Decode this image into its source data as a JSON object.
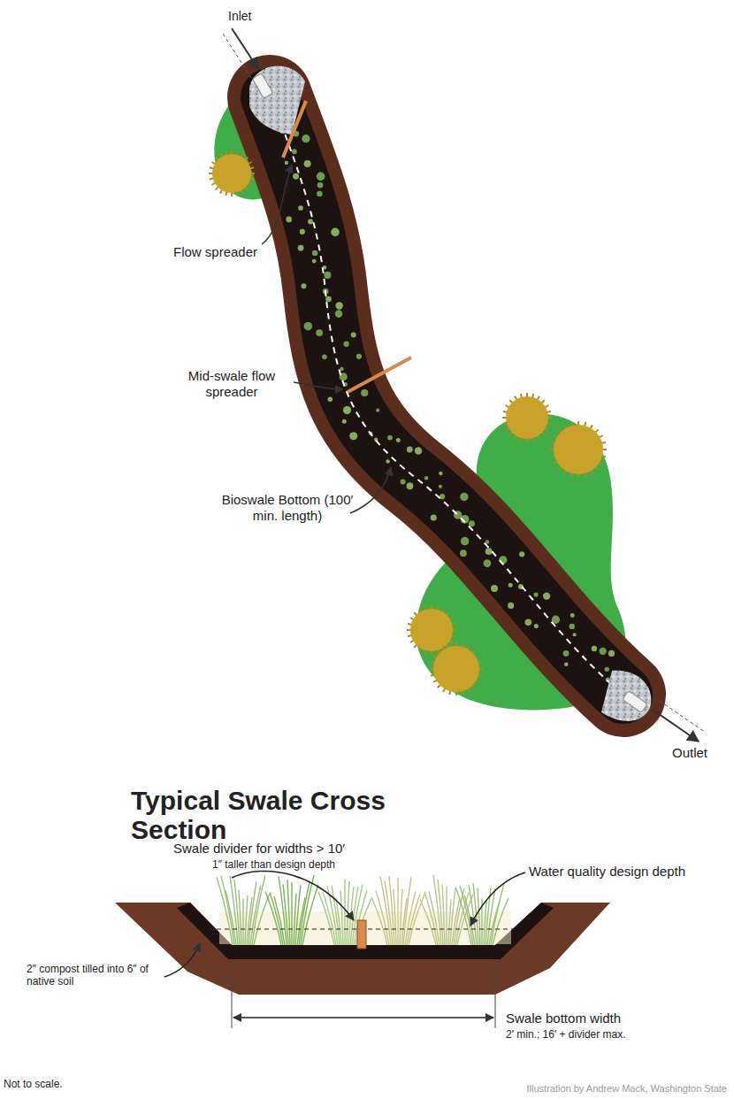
{
  "diagram": {
    "title": "Typical Swale Cross Section",
    "labels": [
      "Inlet",
      "Flow spreader",
      "Mid-swale flow spreader",
      "Bioswale Bottom (100′ min. length)",
      "Outlet",
      "Swale divider for widths > 10′",
      "1″ taller than design depth",
      "Water quality design depth",
      "2″ compost tilled into 6″ of native soil",
      "Swale bottom width",
      "2′ min.; 16′ + divider max.",
      "Not to scale.",
      "Illustration by Andrew Mack, Washington State"
    ]
  }
}
